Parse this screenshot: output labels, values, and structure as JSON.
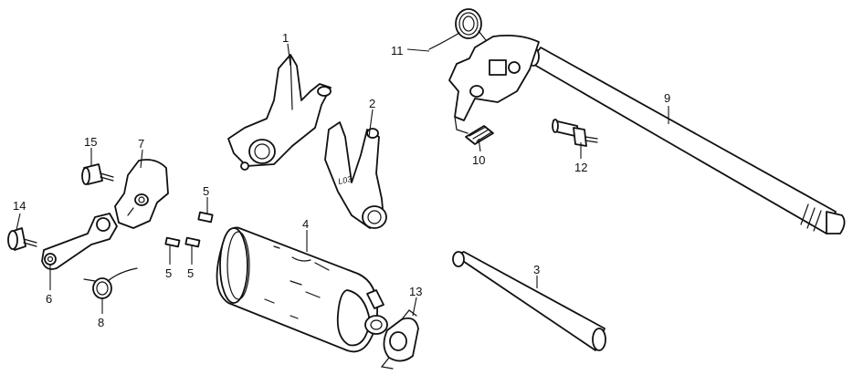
{
  "diagram": {
    "callouts": [
      {
        "id": "label-1",
        "text": "1"
      },
      {
        "id": "label-2",
        "text": "2"
      },
      {
        "id": "label-3",
        "text": "3"
      },
      {
        "id": "label-4",
        "text": "4"
      },
      {
        "id": "label-5a",
        "text": "5"
      },
      {
        "id": "label-5b",
        "text": "5"
      },
      {
        "id": "label-5c",
        "text": "5"
      },
      {
        "id": "label-6",
        "text": "6"
      },
      {
        "id": "label-7",
        "text": "7"
      },
      {
        "id": "label-8",
        "text": "8"
      },
      {
        "id": "label-9",
        "text": "9"
      },
      {
        "id": "label-10",
        "text": "10"
      },
      {
        "id": "label-11",
        "text": "11"
      },
      {
        "id": "label-12",
        "text": "12"
      },
      {
        "id": "label-13",
        "text": "13"
      },
      {
        "id": "label-14",
        "text": "14"
      },
      {
        "id": "label-15",
        "text": "15"
      }
    ],
    "fork_stamp": "L03"
  }
}
